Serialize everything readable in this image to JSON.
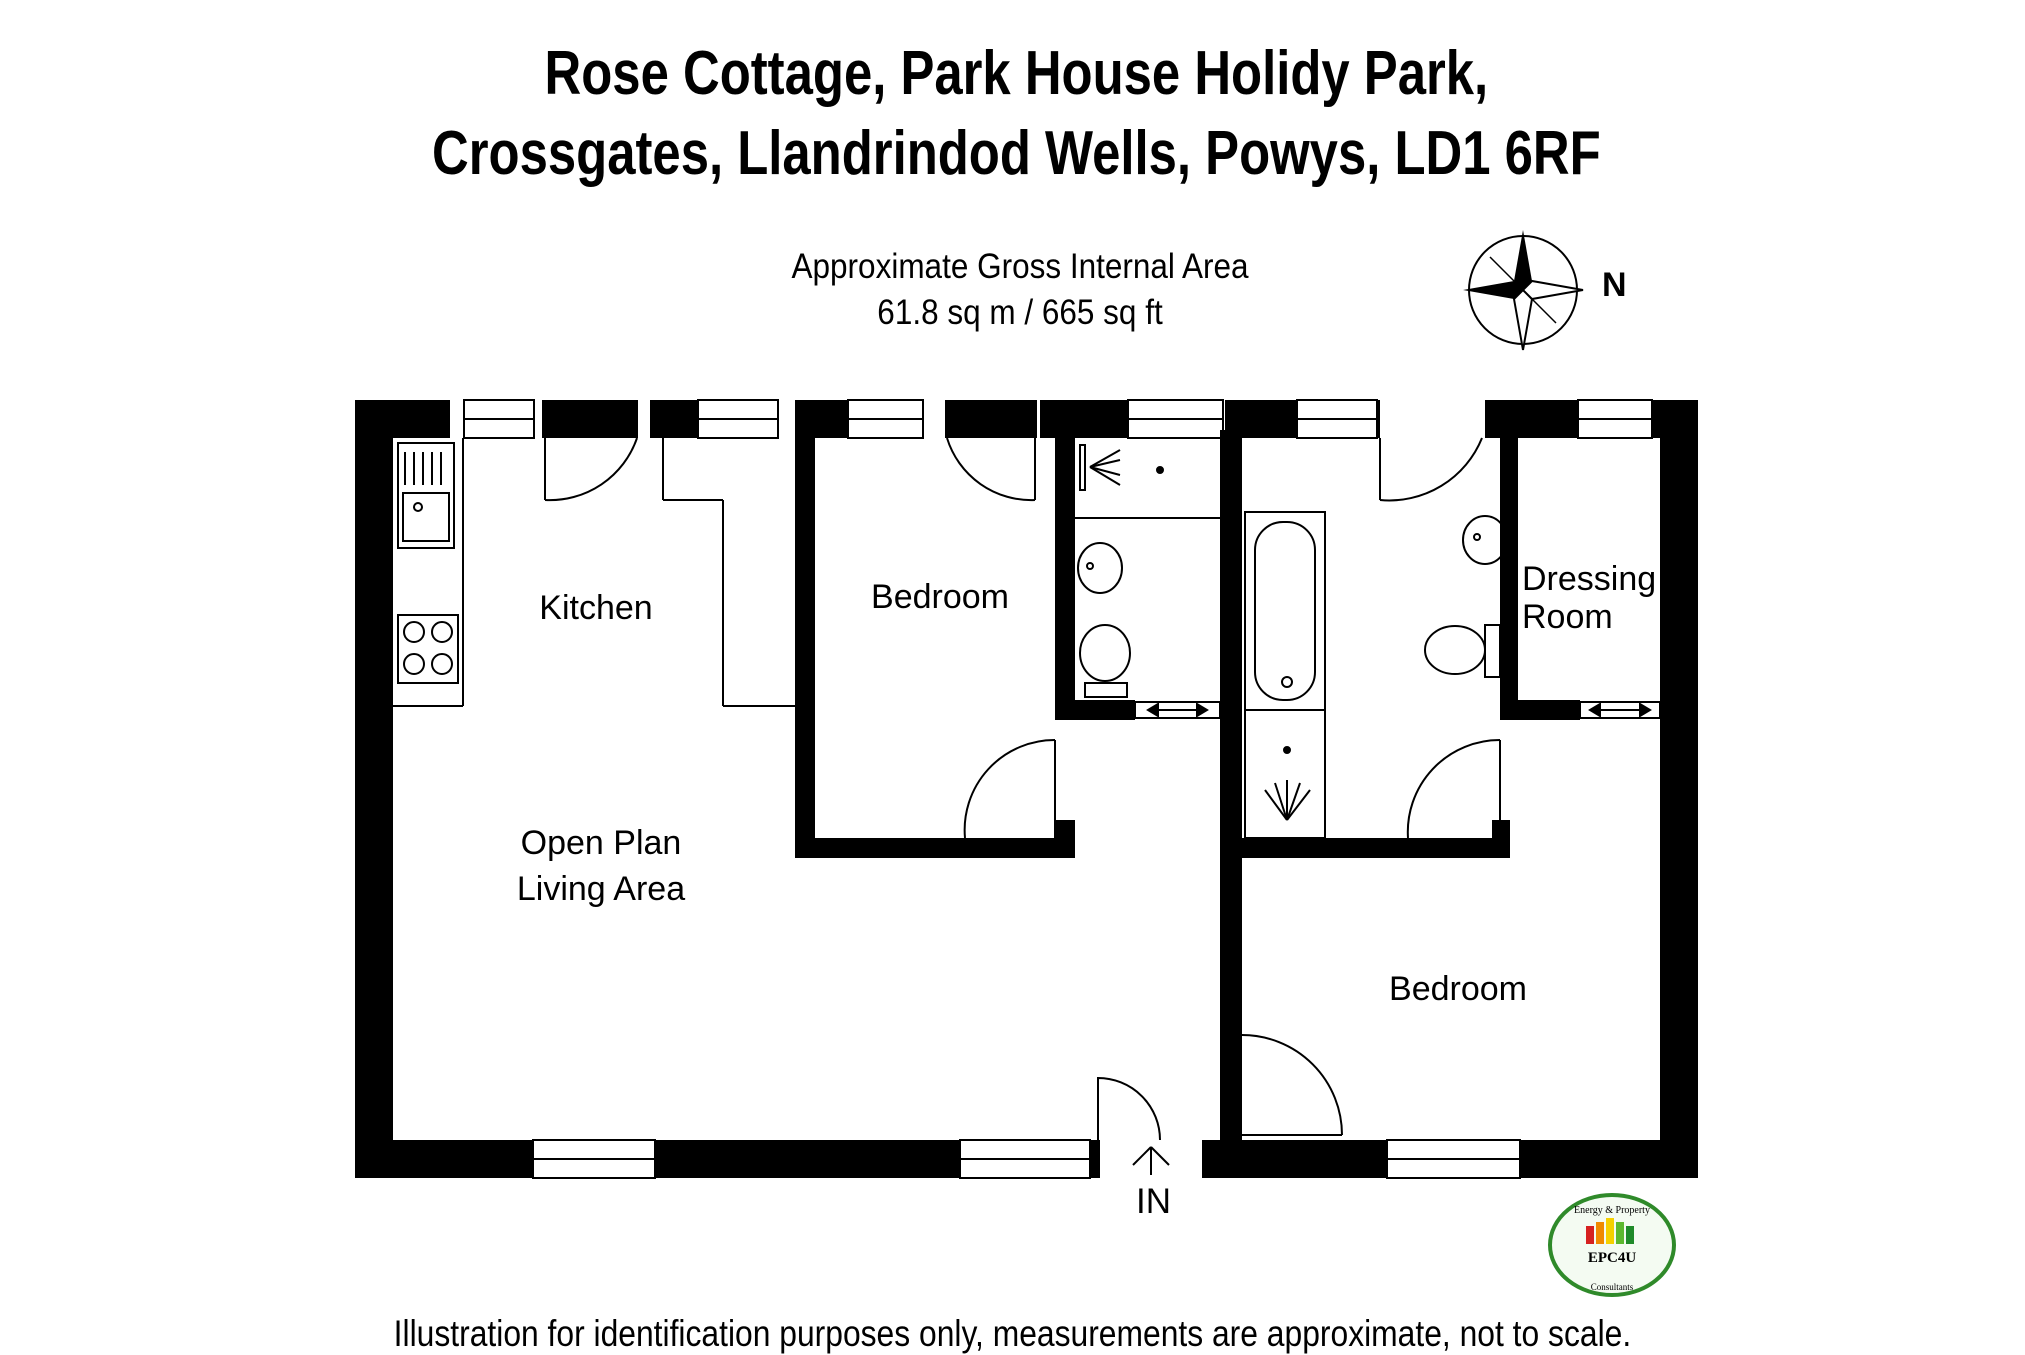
{
  "title": {
    "line1": "Rose Cottage, Park House Holidy Park,",
    "line2": "Crossgates, Llandrindod Wells, Powys, LD1 6RF"
  },
  "area": {
    "label": "Approximate Gross Internal Area",
    "value": "61.8 sq m / 665 sq ft"
  },
  "compass": {
    "north_label": "N",
    "icon": "compass-rose-icon"
  },
  "rooms": {
    "kitchen": "Kitchen",
    "bedroom1": "Bedroom",
    "dressing_line1": "Dressing",
    "dressing_line2": "Room",
    "open_plan_line1": "Open Plan",
    "open_plan_line2": "Living Area",
    "bedroom2": "Bedroom"
  },
  "entrance_label": "IN",
  "logo": {
    "top_text": "Energy & Property",
    "brand": "EPC4U",
    "bottom_text": "Consultants"
  },
  "footer": "Illustration for identification purposes only, measurements are approximate, not to scale."
}
